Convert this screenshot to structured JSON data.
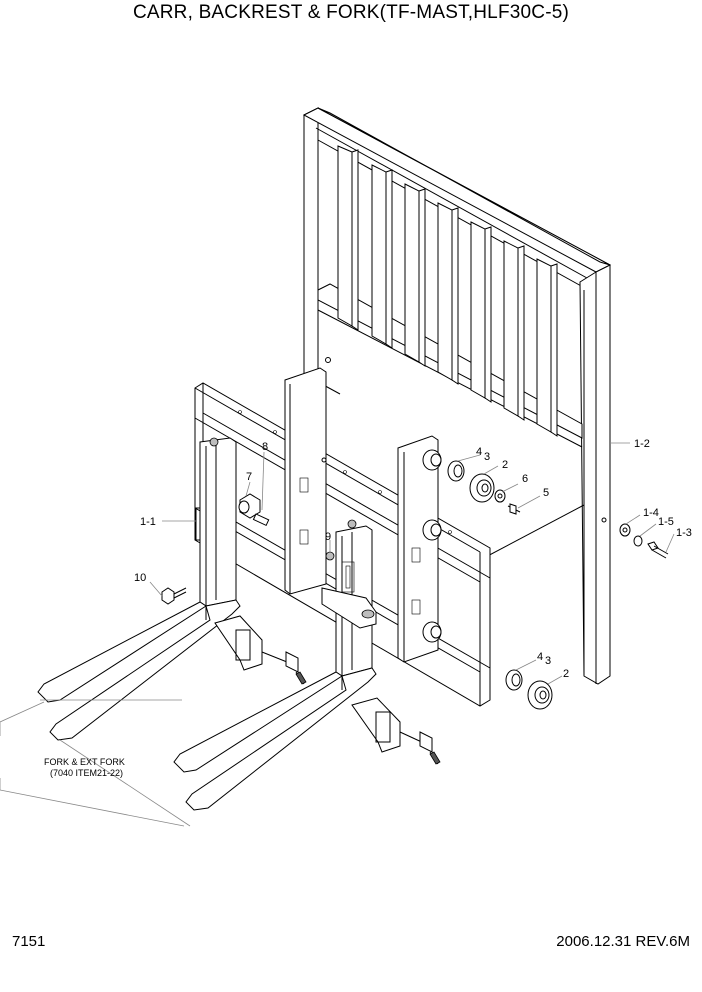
{
  "title": "CARR, BACKREST & FORK(TF-MAST,HLF30C-5)",
  "page_number": "7151",
  "revision": "2006.12.31  REV.6M",
  "callouts": [
    {
      "id": "c-1-2",
      "label": "1-2"
    },
    {
      "id": "c-1-1",
      "label": "1-1"
    },
    {
      "id": "c-4a",
      "label": "4"
    },
    {
      "id": "c-3a",
      "label": "3"
    },
    {
      "id": "c-2a",
      "label": "2"
    },
    {
      "id": "c-6",
      "label": "6"
    },
    {
      "id": "c-5",
      "label": "5"
    },
    {
      "id": "c-7",
      "label": "7"
    },
    {
      "id": "c-8",
      "label": "8"
    },
    {
      "id": "c-9",
      "label": "9"
    },
    {
      "id": "c-10",
      "label": "10"
    },
    {
      "id": "c-1-4",
      "label": "1-4"
    },
    {
      "id": "c-1-5",
      "label": "1-5"
    },
    {
      "id": "c-1-3",
      "label": "1-3"
    },
    {
      "id": "c-4b",
      "label": "4"
    },
    {
      "id": "c-3b",
      "label": "3"
    },
    {
      "id": "c-2b",
      "label": "2"
    }
  ],
  "fork_note": {
    "line1": "FORK & EXT FORK",
    "line2": "(7040 ITEM21-22)"
  }
}
